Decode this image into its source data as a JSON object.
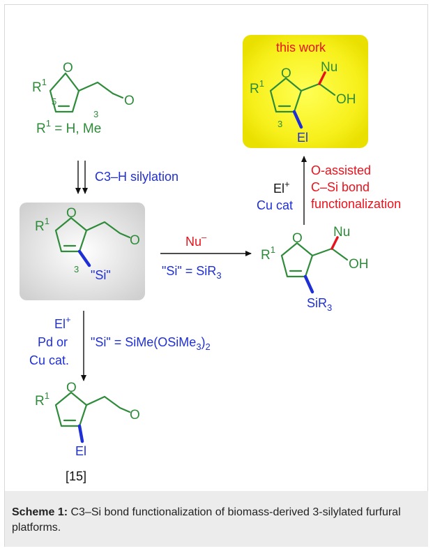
{
  "labels": {
    "r1": "R",
    "r1_sup": "1",
    "o": "O",
    "pos5": "5",
    "pos3": "3",
    "substituent": "R",
    "substituent_sup": "1",
    "substituent_rest": " = H, Me",
    "step1": "C3–H silylation",
    "si_label": "\"Si\"",
    "nu_minus": "Nu",
    "nu_minus_sup": "–",
    "si_eq": "\"Si\" = SiR",
    "si_eq_sub": "3",
    "nu": "Nu",
    "oh": "OH",
    "sir3": "SiR",
    "sir3_sub": "3",
    "el": "El",
    "el_plus": "El",
    "el_plus_sup": "+",
    "cu_cat": "Cu cat",
    "o_assisted_1": "O-assisted",
    "o_assisted_2": "C–Si bond",
    "o_assisted_3": "functionalization",
    "this_work": "this work",
    "pd_or": "Pd or",
    "cu_cat_dot": "Cu cat.",
    "si_eq2_a": "\"Si\" = SiMe(OSiMe",
    "si_eq2_sub1": "3",
    "si_eq2_b": ")",
    "si_eq2_sub2": "2",
    "ref": "[15]"
  },
  "colors": {
    "molecule": "#2e8b3a",
    "reagent": "#1f2fd6",
    "highlight": "#e8121c",
    "this_work_box": "#f7f01c"
  },
  "caption": {
    "label": "Scheme 1:",
    "text": " C3–Si bond functionalization of biomass-derived 3-silylated furfural platforms."
  }
}
